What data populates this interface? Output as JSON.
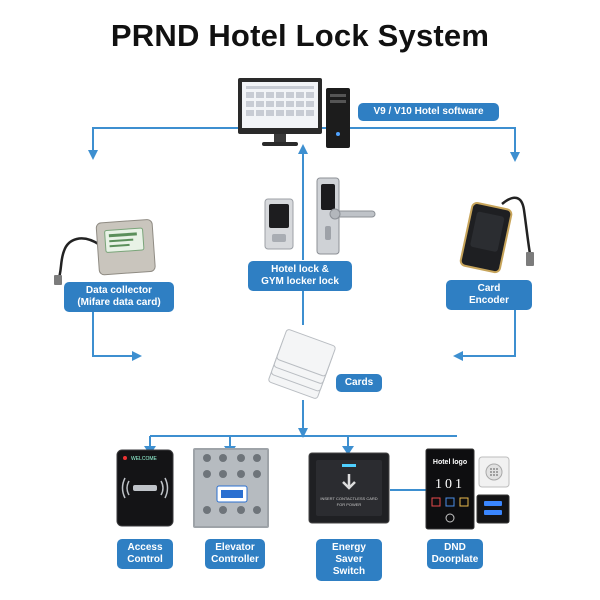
{
  "title": "PRND Hotel Lock System",
  "labels": {
    "software": "V9 / V10 Hotel software",
    "hotel_lock_line1": "Hotel lock &",
    "hotel_lock_line2": "GYM locker lock",
    "collector_line1": "Data collector",
    "collector_line2": "(Mifare data card)",
    "encoder_line1": "Card",
    "encoder_line2": "Encoder",
    "cards": "Cards",
    "access_line1": "Access",
    "access_line2": "Control",
    "elevator_line1": "Elevator",
    "elevator_line2": "Controller",
    "energy_line1": "Energy",
    "energy_line2": "Saver Switch",
    "dnd_line1": "DND",
    "dnd_line2": "Doorplate"
  },
  "devices": {
    "access_brand": "WELCOME",
    "doorplate_logo": "Hotel logo",
    "doorplate_number": "101",
    "energy_text_line1": "INSERT CONTACTLESS CARD",
    "energy_text_line2": "FOR POWER"
  },
  "colors": {
    "flow_line": "#3d8fd0",
    "label_bg": "#2f7fc3"
  }
}
